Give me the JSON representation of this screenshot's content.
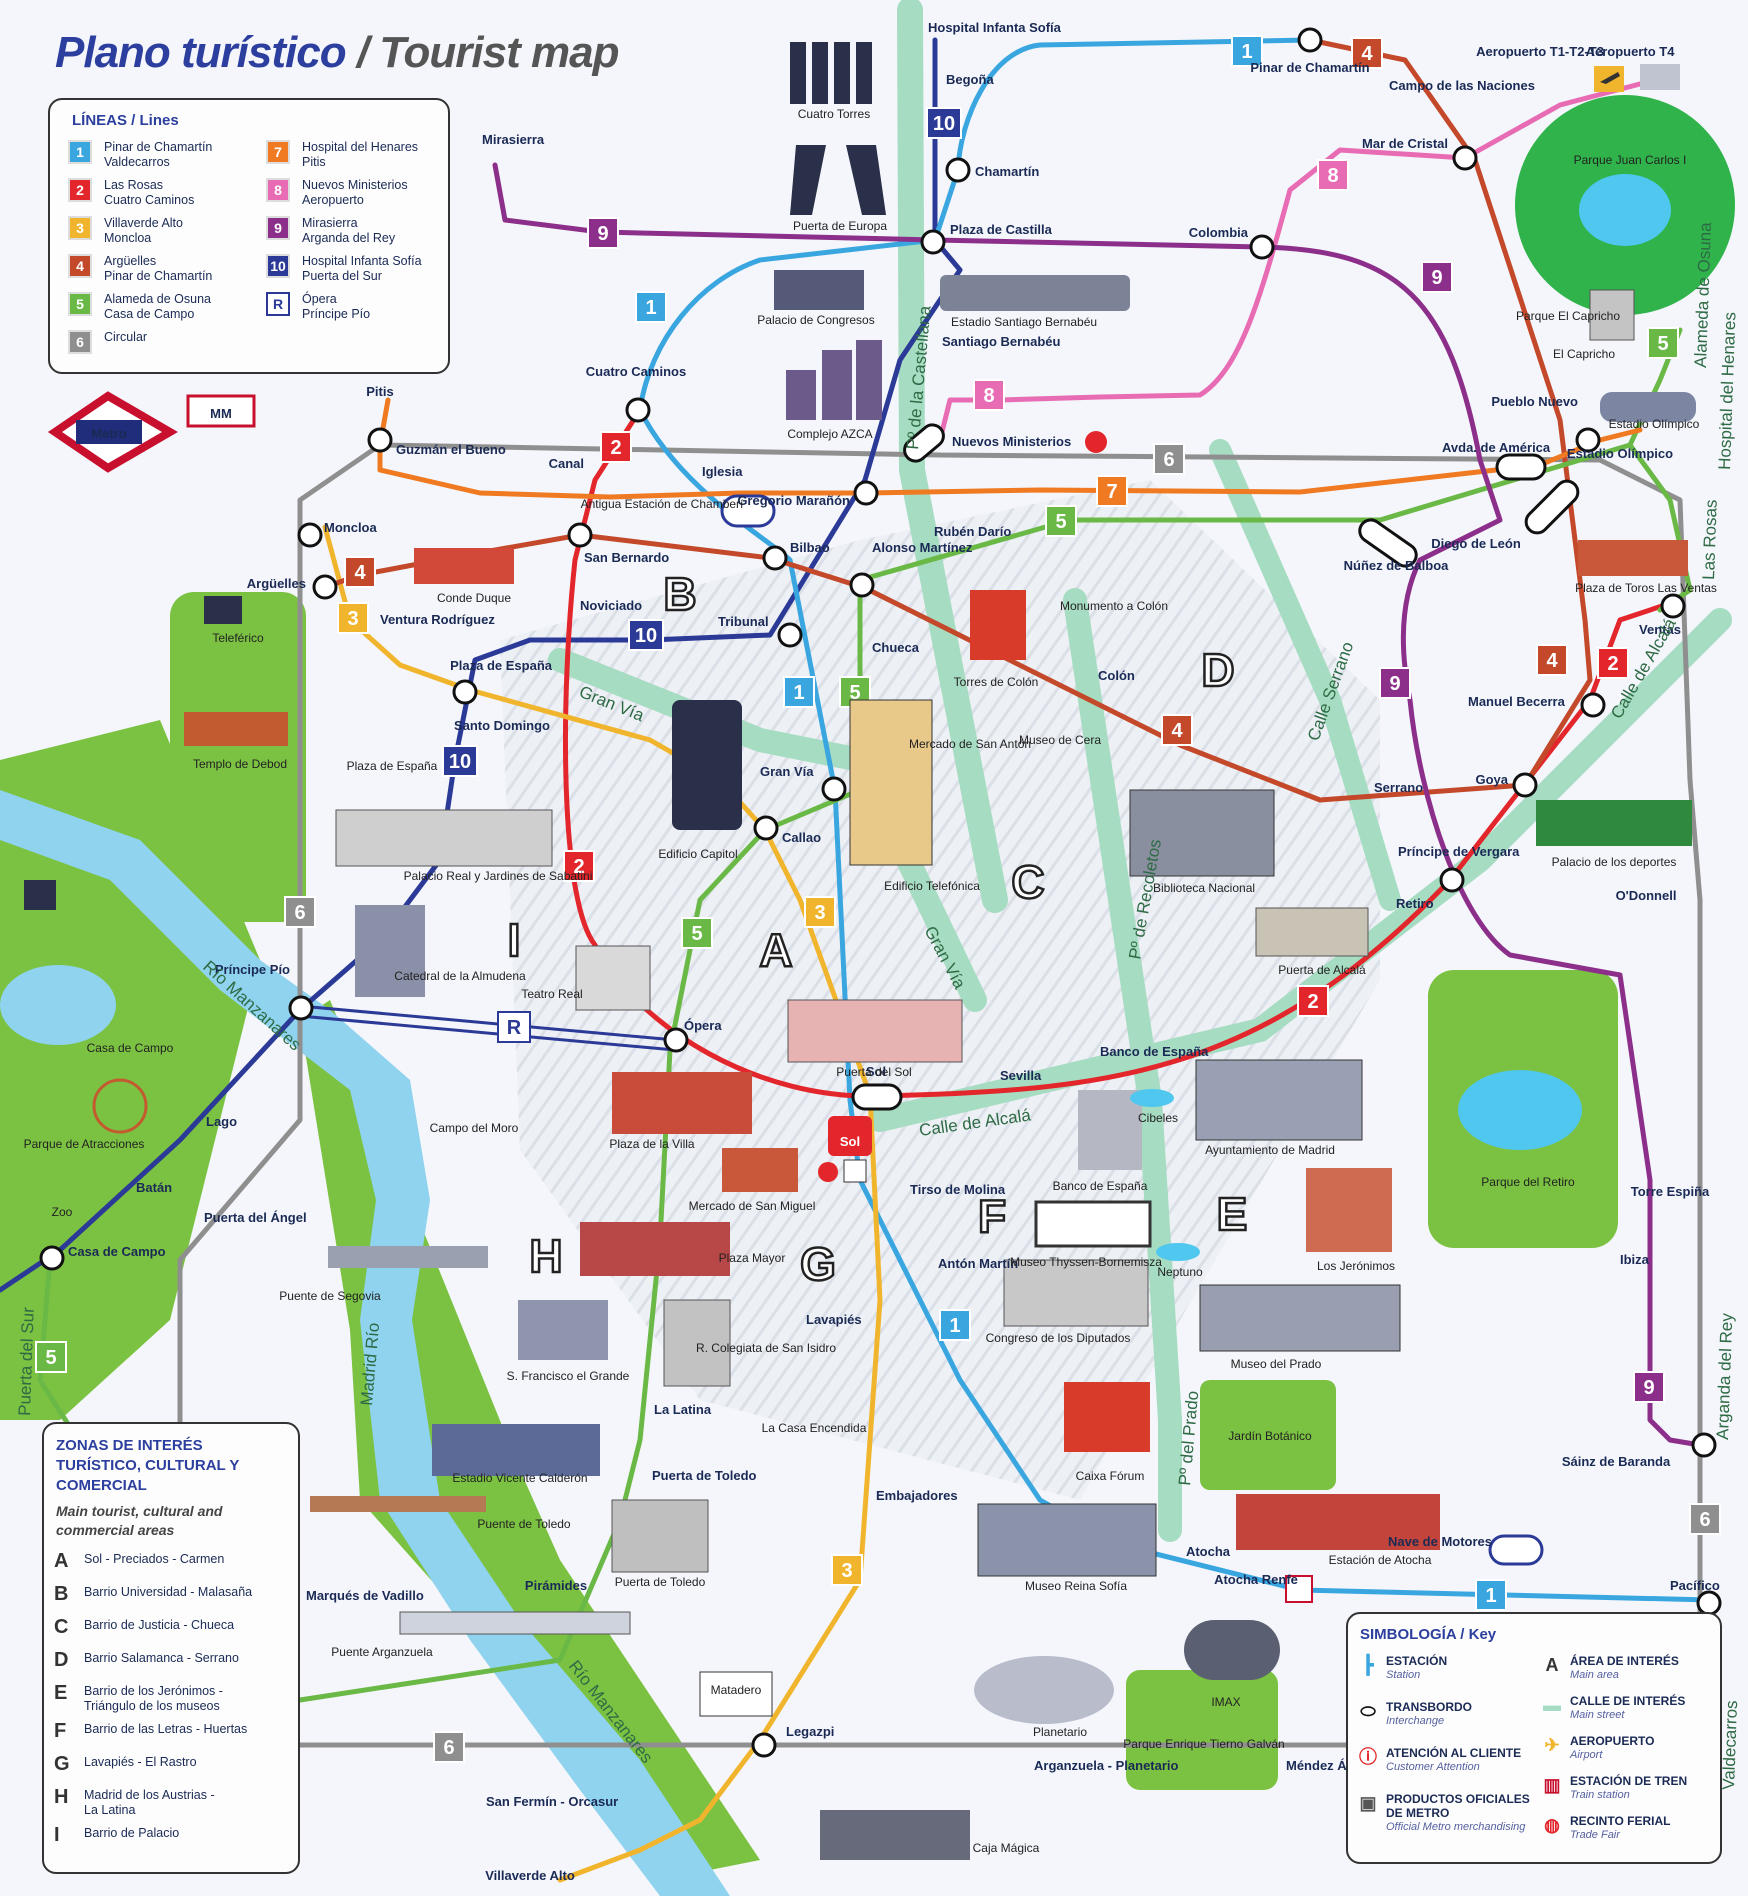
{
  "title": {
    "es": "Plano turístico",
    "sep": " / ",
    "en": "Tourist map"
  },
  "colors": {
    "line1": "#3aa6e0",
    "line2": "#e3262b",
    "line3": "#f1b52d",
    "line4": "#c4482a",
    "line5": "#6ab947",
    "line6": "#8f8f8f",
    "line7": "#ef7a22",
    "line8": "#e86cb4",
    "line9": "#8c2f8a",
    "line10": "#2b3a97",
    "lineR": "#2b3a97",
    "park": "#7cc242",
    "river": "#8fd3ee",
    "street": "#a6dcc1",
    "metro_red": "#c8102e"
  },
  "legend": {
    "title": "LÍNEAS / Lines",
    "lines": [
      {
        "num": "1",
        "color": "#3aa6e0",
        "text": "Pinar de Chamartín\nValdecarros"
      },
      {
        "num": "2",
        "color": "#e3262b",
        "text": "Las Rosas\nCuatro Caminos"
      },
      {
        "num": "3",
        "color": "#f1b52d",
        "text": "Villaverde Alto\nMoncloa"
      },
      {
        "num": "4",
        "color": "#c4482a",
        "text": "Argüelles\nPinar de Chamartín"
      },
      {
        "num": "5",
        "color": "#6ab947",
        "text": "Alameda de Osuna\nCasa de Campo"
      },
      {
        "num": "6",
        "color": "#8f8f8f",
        "text": "Circular"
      },
      {
        "num": "7",
        "color": "#ef7a22",
        "text": "Hospital del Henares\nPitis"
      },
      {
        "num": "8",
        "color": "#e86cb4",
        "text": "Nuevos Ministerios\nAeropuerto"
      },
      {
        "num": "9",
        "color": "#8c2f8a",
        "text": "Mirasierra\nArganda del Rey"
      },
      {
        "num": "10",
        "color": "#2b3a97",
        "text": "Hospital Infanta Sofía\nPuerta del Sur"
      },
      {
        "num": "R",
        "color": "#ffffff",
        "text": "Ópera\nPríncipe Pío"
      }
    ]
  },
  "zones": {
    "title": "ZONAS DE INTERÉS TURÍSTICO, CULTURAL Y COMERCIAL",
    "subtitle": "Main tourist, cultural and commercial areas",
    "items": [
      {
        "letter": "A",
        "text": "Sol - Preciados - Carmen"
      },
      {
        "letter": "B",
        "text": "Barrio Universidad - Malasaña"
      },
      {
        "letter": "C",
        "text": "Barrio de Justicia - Chueca"
      },
      {
        "letter": "D",
        "text": "Barrio Salamanca - Serrano"
      },
      {
        "letter": "E",
        "text": "Barrio de los Jerónimos -\nTriángulo de los museos"
      },
      {
        "letter": "F",
        "text": "Barrio de las Letras - Huertas"
      },
      {
        "letter": "G",
        "text": "Lavapiés - El Rastro"
      },
      {
        "letter": "H",
        "text": "Madrid de los Austrias -\nLa Latina"
      },
      {
        "letter": "I",
        "text": "Barrio de Palacio"
      }
    ]
  },
  "key": {
    "title": "SIMBOLOGÍA / Key",
    "items": [
      {
        "name": "station",
        "es": "ESTACIÓN",
        "en": "Station",
        "icon": "station-tick-icon"
      },
      {
        "name": "interchange",
        "es": "TRANSBORDO",
        "en": "Interchange",
        "icon": "interchange-icon"
      },
      {
        "name": "customer-attention",
        "es": "ATENCIÓN AL CLIENTE",
        "en": "Customer Attention",
        "icon": "info-icon"
      },
      {
        "name": "metro-products",
        "es": "PRODUCTOS OFICIALES DE METRO",
        "en": "Official Metro merchandising",
        "icon": "gift-box-icon"
      },
      {
        "name": "area-interest",
        "es": "ÁREA DE INTERÉS",
        "en": "Main area",
        "icon": "area-letter-icon"
      },
      {
        "name": "main-street",
        "es": "CALLE DE INTERÉS",
        "en": "Main street",
        "icon": "street-swatch-icon"
      },
      {
        "name": "airport",
        "es": "AEROPUERTO",
        "en": "Airport",
        "icon": "airplane-icon"
      },
      {
        "name": "train-station",
        "es": "ESTACIÓN DE TREN",
        "en": "Train station",
        "icon": "train-icon"
      },
      {
        "name": "trade-fair",
        "es": "RECINTO FERIAL",
        "en": "Trade Fair",
        "icon": "ifema-icon"
      }
    ]
  },
  "logos": {
    "metro": "Metro",
    "mm": "MM"
  },
  "sol_badge": "Sol",
  "stations": [
    {
      "name": "Pinar de Chamartín"
    },
    {
      "name": "Chamartín"
    },
    {
      "name": "Plaza de Castilla"
    },
    {
      "name": "Begoña"
    },
    {
      "name": "Hospital Infanta Sofía"
    },
    {
      "name": "Mirasierra"
    },
    {
      "name": "Colombia"
    },
    {
      "name": "Mar de Cristal"
    },
    {
      "name": "Campo de las Naciones"
    },
    {
      "name": "Aeropuerto T1-T2-T3"
    },
    {
      "name": "Aeropuerto T4"
    },
    {
      "name": "Santiago Bernabéu"
    },
    {
      "name": "Nuevos Ministerios"
    },
    {
      "name": "Cuatro Caminos"
    },
    {
      "name": "Guzmán el Bueno"
    },
    {
      "name": "Pitis"
    },
    {
      "name": "Canal"
    },
    {
      "name": "Iglesia"
    },
    {
      "name": "Gregorio Marañón"
    },
    {
      "name": "Rubén Darío"
    },
    {
      "name": "Alonso Martínez"
    },
    {
      "name": "Bilbao"
    },
    {
      "name": "San Bernardo"
    },
    {
      "name": "Moncloa"
    },
    {
      "name": "Argüelles"
    },
    {
      "name": "Ventura Rodríguez"
    },
    {
      "name": "Noviciado"
    },
    {
      "name": "Tribunal"
    },
    {
      "name": "Chueca"
    },
    {
      "name": "Colón"
    },
    {
      "name": "Plaza de España"
    },
    {
      "name": "Santo Domingo"
    },
    {
      "name": "Gran Vía"
    },
    {
      "name": "Callao"
    },
    {
      "name": "Ópera"
    },
    {
      "name": "Príncipe Pío"
    },
    {
      "name": "Sol"
    },
    {
      "name": "Sevilla"
    },
    {
      "name": "Banco de España"
    },
    {
      "name": "Retiro"
    },
    {
      "name": "Príncipe de Vergara"
    },
    {
      "name": "Serrano"
    },
    {
      "name": "Goya"
    },
    {
      "name": "Manuel Becerra"
    },
    {
      "name": "Núñez de Balboa"
    },
    {
      "name": "Diego de León"
    },
    {
      "name": "Avda. de América"
    },
    {
      "name": "Pueblo Nuevo"
    },
    {
      "name": "Estadio Olímpico"
    },
    {
      "name": "Ventas"
    },
    {
      "name": "O'Donnell"
    },
    {
      "name": "Ibiza"
    },
    {
      "name": "Sáinz de Baranda"
    },
    {
      "name": "Pacífico"
    },
    {
      "name": "Atocha Renfe"
    },
    {
      "name": "Atocha"
    },
    {
      "name": "Antón Martín"
    },
    {
      "name": "Tirso de Molina"
    },
    {
      "name": "Lavapiés"
    },
    {
      "name": "Embajadores"
    },
    {
      "name": "La Latina"
    },
    {
      "name": "Puerta de Toledo"
    },
    {
      "name": "Pirámides"
    },
    {
      "name": "Marqués de Vadillo"
    },
    {
      "name": "Legazpi"
    },
    {
      "name": "San Fermín - Orcasur"
    },
    {
      "name": "Villaverde Alto"
    },
    {
      "name": "Méndez Álvaro"
    },
    {
      "name": "Arganzuela - Planetario"
    },
    {
      "name": "Lago"
    },
    {
      "name": "Batán"
    },
    {
      "name": "Casa de Campo"
    },
    {
      "name": "Puerta del Ángel"
    },
    {
      "name": "Nave de Motores"
    },
    {
      "name": "Torre Espiña"
    }
  ],
  "places": [
    {
      "name": "Cuatro Torres"
    },
    {
      "name": "Puerta de Europa"
    },
    {
      "name": "Palacio de Congresos"
    },
    {
      "name": "Estadio Santiago Bernabéu"
    },
    {
      "name": "Complejo AZCA"
    },
    {
      "name": "Parque Juan Carlos I"
    },
    {
      "name": "Parque El Capricho"
    },
    {
      "name": "El Capricho"
    },
    {
      "name": "Estadio Olímpico"
    },
    {
      "name": "Plaza de Toros Las Ventas"
    },
    {
      "name": "Antigua Estación de Chamberí"
    },
    {
      "name": "Conde Duque"
    },
    {
      "name": "Teleférico"
    },
    {
      "name": "Templo de Debod"
    },
    {
      "name": "Plaza de España"
    },
    {
      "name": "Edificio Capitol"
    },
    {
      "name": "Torres de Colón"
    },
    {
      "name": "Monumento a Colón"
    },
    {
      "name": "Museo de Cera"
    },
    {
      "name": "Mercado de San Antón"
    },
    {
      "name": "Edificio Telefónica"
    },
    {
      "name": "Biblioteca Nacional"
    },
    {
      "name": "Palacio de los deportes"
    },
    {
      "name": "Palacio Real y Jardines de Sabatini"
    },
    {
      "name": "Catedral de la Almudena"
    },
    {
      "name": "Teatro Real"
    },
    {
      "name": "Puerta de Alcalá"
    },
    {
      "name": "Puerta del Sol"
    },
    {
      "name": "Casa de Campo"
    },
    {
      "name": "Campo del Moro"
    },
    {
      "name": "Plaza de la Villa"
    },
    {
      "name": "Parque de Atracciones"
    },
    {
      "name": "Zoo"
    },
    {
      "name": "Cibeles"
    },
    {
      "name": "Banco de España"
    },
    {
      "name": "Ayuntamiento de Madrid"
    },
    {
      "name": "Mercado de San Miguel"
    },
    {
      "name": "Parque del Retiro"
    },
    {
      "name": "Puente de Segovia"
    },
    {
      "name": "Plaza Mayor"
    },
    {
      "name": "Museo Thyssen-Bornemisza"
    },
    {
      "name": "Los Jerónimos"
    },
    {
      "name": "Neptuno"
    },
    {
      "name": "S. Francisco el Grande"
    },
    {
      "name": "R. Colegiata de San Isidro"
    },
    {
      "name": "Congreso de los Diputados"
    },
    {
      "name": "Museo del Prado"
    },
    {
      "name": "La Casa Encendida"
    },
    {
      "name": "Jardín Botánico"
    },
    {
      "name": "Estadio Vicente Calderón"
    },
    {
      "name": "Caixa Fórum"
    },
    {
      "name": "Puente de Toledo"
    },
    {
      "name": "Puerta de Toledo"
    },
    {
      "name": "Museo Reina Sofía"
    },
    {
      "name": "Estación de Atocha"
    },
    {
      "name": "Matadero"
    },
    {
      "name": "Puente Arganzuela"
    },
    {
      "name": "Planetario"
    },
    {
      "name": "IMAX"
    },
    {
      "name": "Parque Enrique Tierno Galván"
    },
    {
      "name": "Caja Mágica"
    }
  ],
  "streets": [
    {
      "name": "Gran Vía"
    },
    {
      "name": "Pº de la Castellana"
    },
    {
      "name": "Calle Serrano"
    },
    {
      "name": "Pº de Recoletos"
    },
    {
      "name": "Calle de Alcalá"
    },
    {
      "name": "Pº del Prado"
    },
    {
      "name": "Río Manzanares"
    },
    {
      "name": "Madrid Río"
    },
    {
      "name": "Puerta del Sur"
    },
    {
      "name": "Alameda de Osuna"
    },
    {
      "name": "Hospital del Henares"
    },
    {
      "name": "Las Rosas"
    },
    {
      "name": "Valdecarros"
    },
    {
      "name": "Arganda del Rey"
    }
  ],
  "zone_letters": [
    "A",
    "B",
    "C",
    "D",
    "E",
    "F",
    "G",
    "H",
    "I"
  ]
}
